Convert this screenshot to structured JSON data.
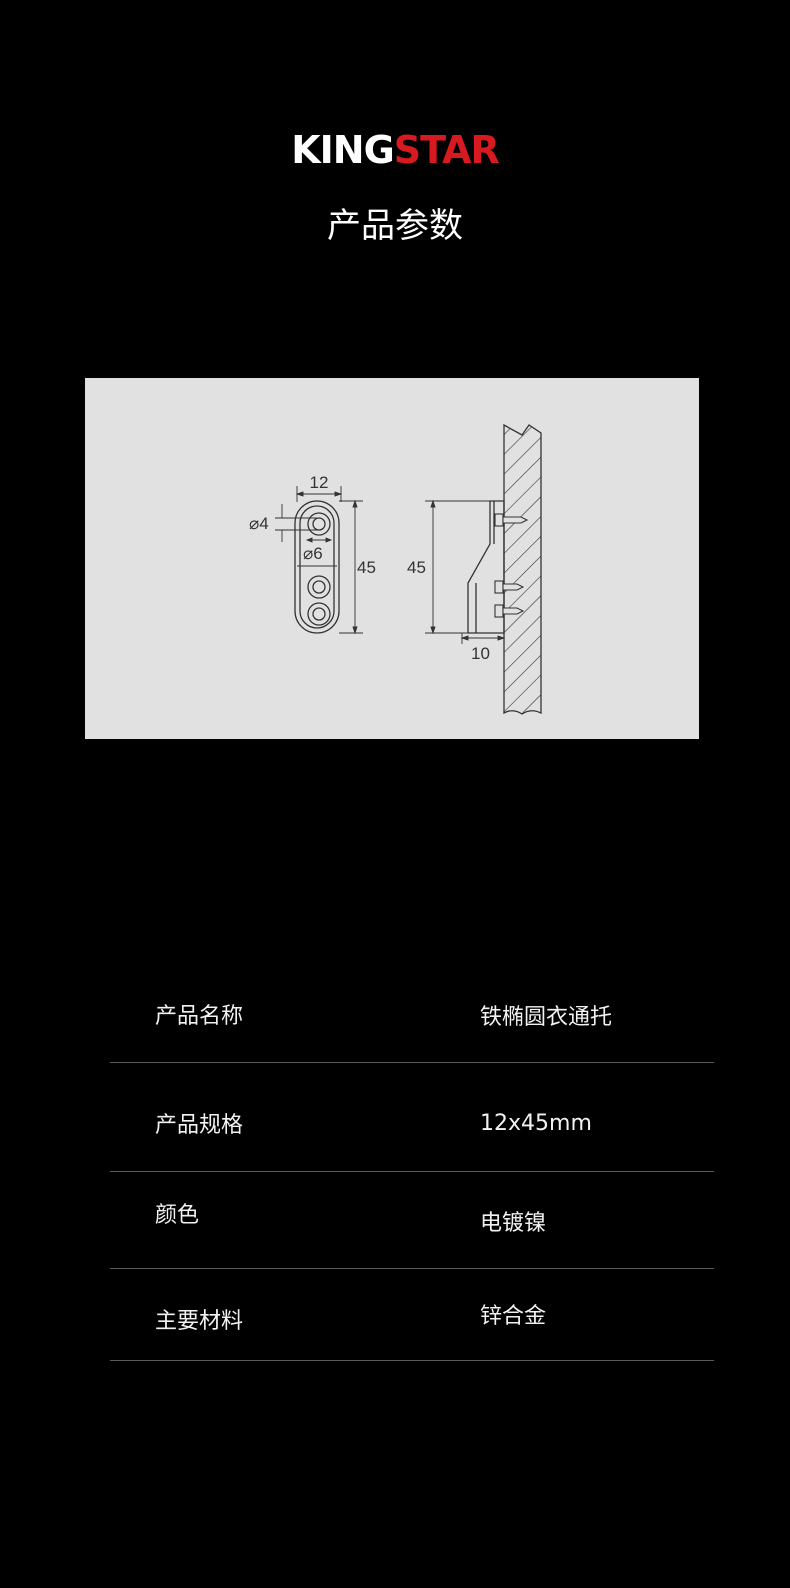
{
  "brand": {
    "part1": "KING",
    "part2": "STAR",
    "accent": "#d71920"
  },
  "section_title": "产品参数",
  "drawing": {
    "dim_width": "12",
    "dim_hole_small": "⌀4",
    "dim_hole_large": "⌀6",
    "dim_height_front": "45",
    "dim_height_side": "45",
    "dim_depth": "10"
  },
  "specs": [
    {
      "label": "产品名称",
      "value": "铁椭圆衣通托"
    },
    {
      "label": "产品规格",
      "value": "12x45mm"
    },
    {
      "label": "颜色",
      "value": "电镀镍"
    },
    {
      "label": "主要材料",
      "value": "锌合金"
    }
  ]
}
